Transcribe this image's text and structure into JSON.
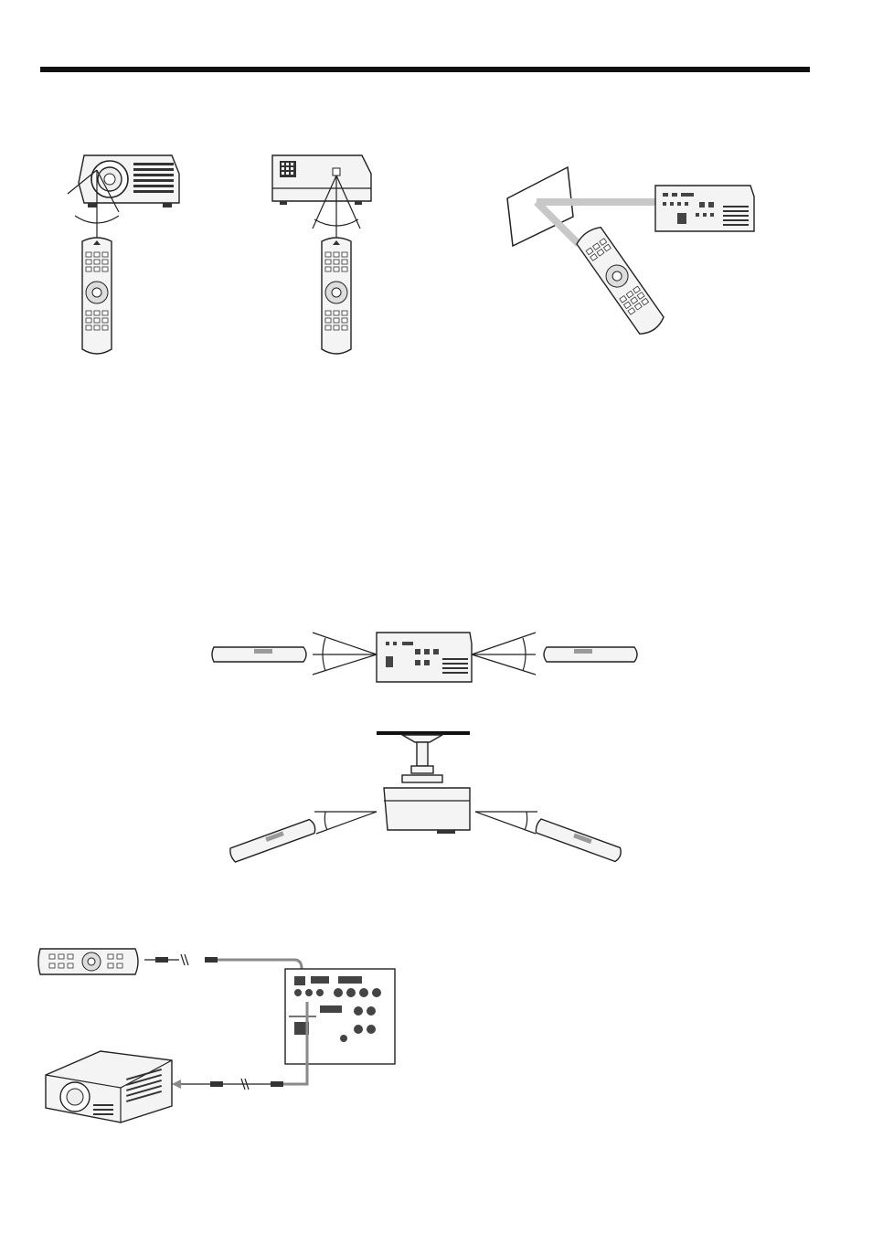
{
  "page": {
    "figures": [
      {
        "id": "front-sensor",
        "icon": "projector-front-remote-icon"
      },
      {
        "id": "rear-sensor",
        "icon": "projector-rear-remote-icon"
      },
      {
        "id": "screen-reflection",
        "icon": "screen-reflection-remote-icon"
      },
      {
        "id": "side-angle-floor",
        "icon": "remote-angle-floor-icon"
      },
      {
        "id": "side-angle-ceiling",
        "icon": "remote-angle-ceiling-icon"
      },
      {
        "id": "wired-connection",
        "icon": "wired-remote-connection-icon"
      }
    ]
  }
}
